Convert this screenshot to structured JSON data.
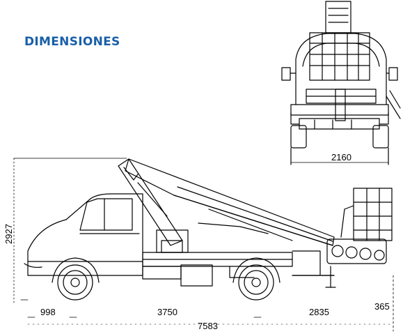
{
  "title": "DIMENSIONES",
  "colors": {
    "title": "#1a5fa8",
    "line": "#000000"
  },
  "dimensions": {
    "front_width": "2160",
    "height": "2927",
    "front_overhang": "998",
    "wheelbase": "3750",
    "rear_overhang": "2835",
    "rear_extra": "365",
    "total_length": "7583"
  }
}
